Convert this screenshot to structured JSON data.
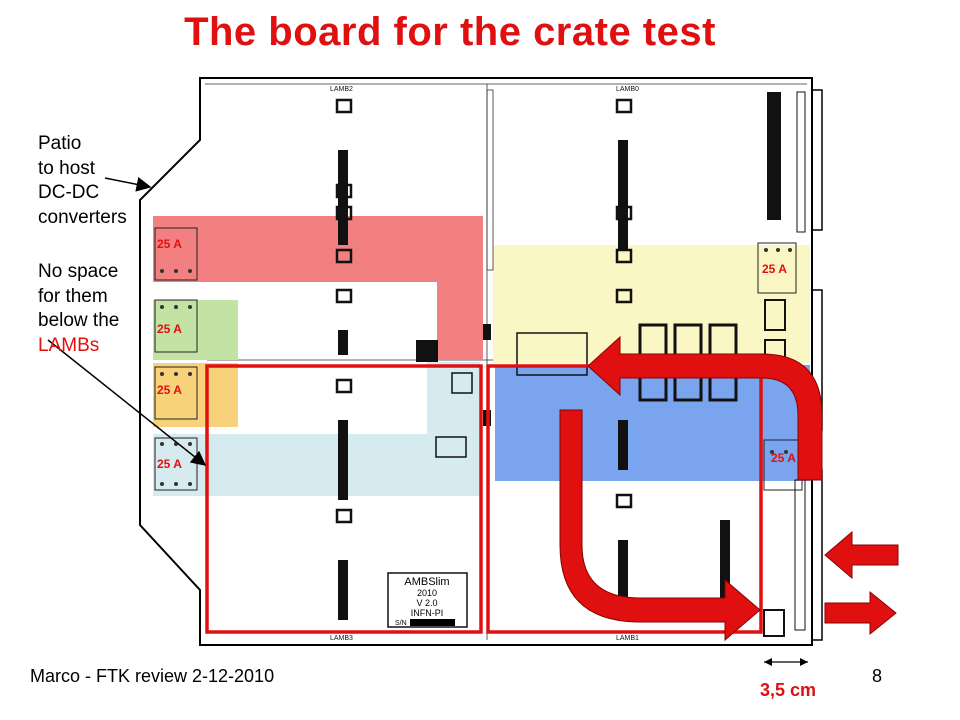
{
  "title": "The board for the crate test",
  "note_patio": [
    "Patio",
    "to host",
    "DC-DC",
    "converters"
  ],
  "note_space": [
    "No space",
    "for them",
    "below the"
  ],
  "note_lambs": "LAMBs",
  "current_labels": [
    "25 A",
    "25 A",
    "25 A",
    "25 A",
    "25 A",
    "25 A"
  ],
  "board_labels": {
    "lamb2": "LAMB2",
    "lamb0": "LAMB0",
    "lamb3": "LAMB3",
    "lamb1": "LAMB1",
    "chip_title": "AMBSlim",
    "chip_year": "2010",
    "chip_version": "V 2.0",
    "chip_org": "INFN-PI",
    "chip_sn": "S/N"
  },
  "footer": "Marco - FTK review 2-12-2010",
  "page_number": "8",
  "dimension": "3,5 cm",
  "colors": {
    "accent_red": "#e01010",
    "zone_red": "#f28080",
    "zone_yellow": "#fbf7c4",
    "zone_green": "#c3e3a4",
    "zone_orange": "#f8d27a",
    "zone_blue": "#7aa4ee",
    "zone_lightblue": "#d6ebef"
  }
}
